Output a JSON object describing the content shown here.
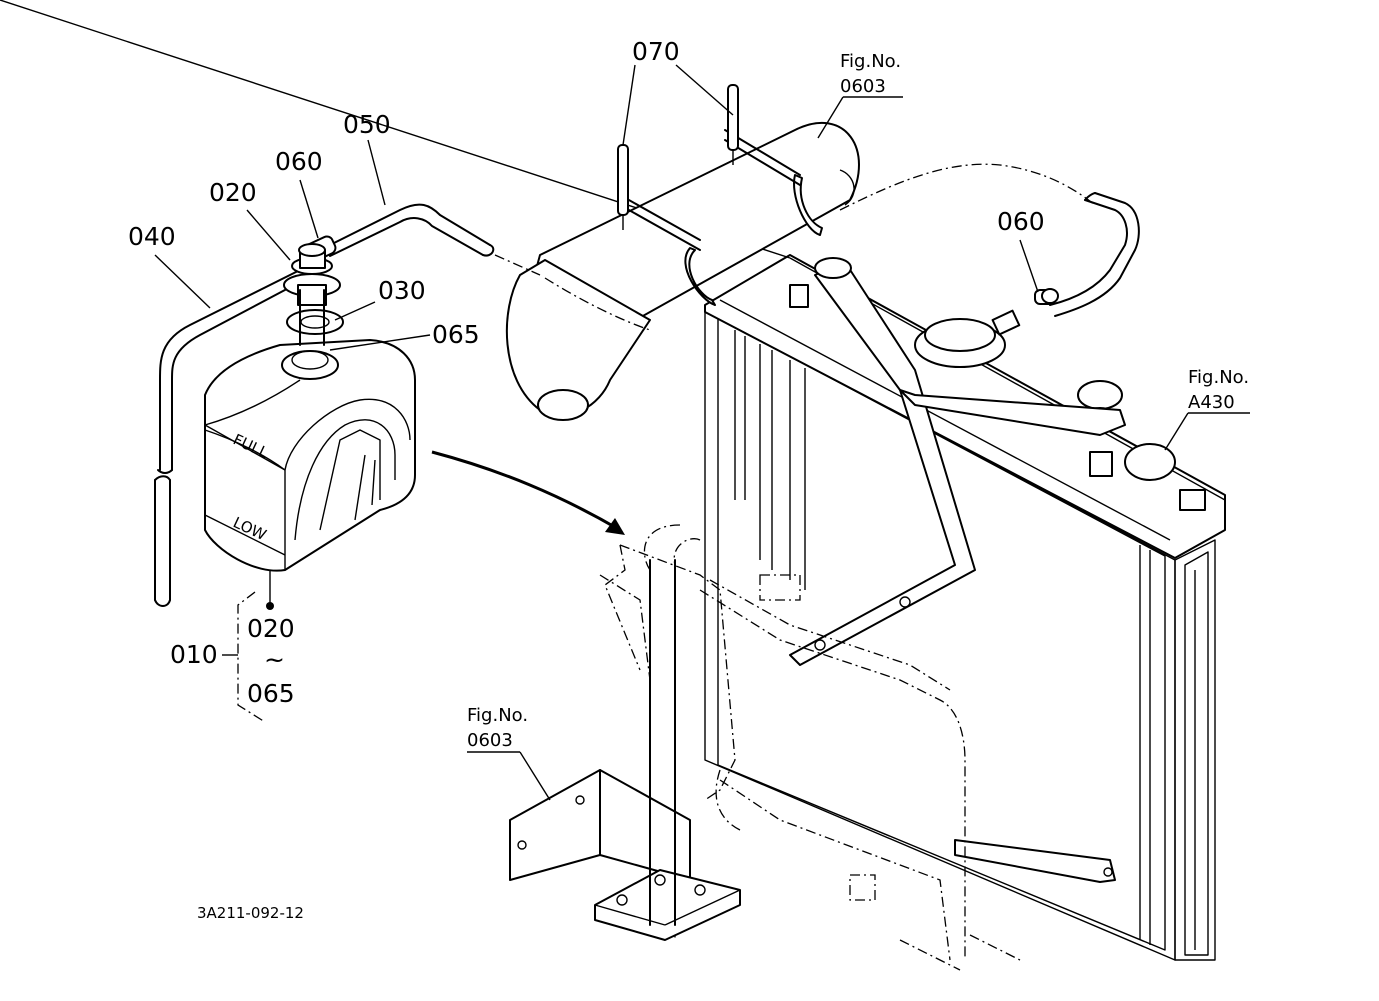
{
  "part_labels": {
    "p070": "070",
    "p050": "050",
    "p060_left": "060",
    "p060_right": "060",
    "p020_top": "020",
    "p040": "040",
    "p030": "030",
    "p065_top": "065",
    "p020_bottom": "020",
    "p010": "010",
    "tilde": "~",
    "p065_bottom": "065"
  },
  "tank_marks": {
    "full": "FULL",
    "low": "LOW"
  },
  "figure_refs": {
    "top": {
      "title": "Fig.No.",
      "number": "0603"
    },
    "right": {
      "title": "Fig.No.",
      "number": "A430"
    },
    "bottom": {
      "title": "Fig.No.",
      "number": "0603"
    }
  },
  "drawing_id": "3A211-092-12"
}
